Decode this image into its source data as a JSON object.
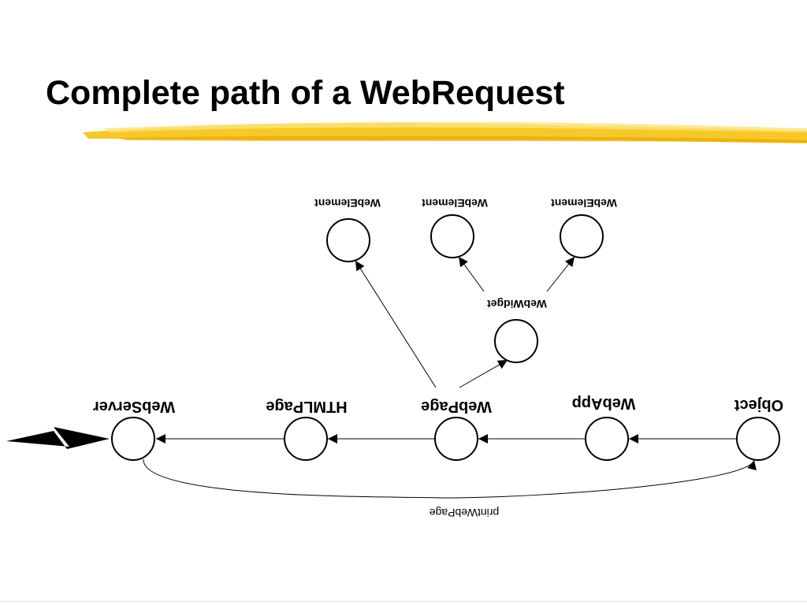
{
  "slide": {
    "title": "Complete path of a WebRequest",
    "accent_color": "#f5c518"
  },
  "diagram": {
    "nodes": {
      "webserver": "WebServer",
      "htmlpage": "HTMLPage",
      "webpage": "WebPage",
      "webapp": "WebApp",
      "object": "Object",
      "webwidget": "WebWidget",
      "webelement_1": "WebElement",
      "webelement_2": "WebElement",
      "webelement_3": "WebElement"
    },
    "edges": {
      "callback": "printWebPage"
    },
    "text_orientation": "rotated 180 degrees (upside-down)"
  }
}
